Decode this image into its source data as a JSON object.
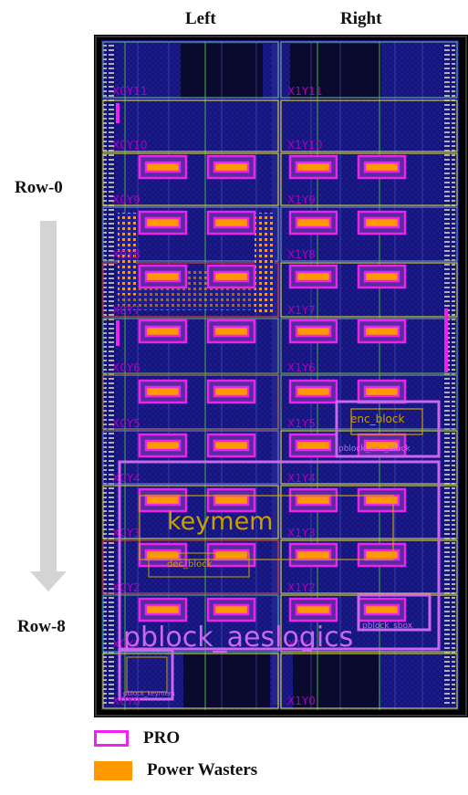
{
  "columns": {
    "left": "Left",
    "right": "Right"
  },
  "rows": {
    "top": "Row-0",
    "bottom": "Row-8"
  },
  "regions": {
    "left": [
      "X0Y11",
      "X0Y10",
      "X0Y9",
      "X0Y8",
      "X0Y7",
      "X0Y6",
      "X0Y5",
      "X0Y4",
      "X0Y3",
      "X0Y2",
      "X0Y1",
      "X0Y0"
    ],
    "right": [
      "X1Y11",
      "X1Y10",
      "X1Y9",
      "X1Y8",
      "X1Y7",
      "X1Y6",
      "X1Y5",
      "X1Y4",
      "X1Y3",
      "X1Y2",
      "X1Y1",
      "X1Y0"
    ]
  },
  "blocks": {
    "enc": "enc_block",
    "pblock_enc": "pblock_enc_block",
    "keymem": "keymem",
    "dec": "dec_block",
    "sbox": "pblock_sbox",
    "aeslogics": "pblock_aeslogics",
    "small": "pblock_keymem"
  },
  "legend": {
    "pro": "PRO",
    "power_wasters": "Power Wasters"
  },
  "colors": {
    "background": "#10106e",
    "pro": "#ee22ee",
    "power_waster": "#ff9900",
    "pblock": "#cc66ee",
    "keymem_text": "#c8a000"
  }
}
